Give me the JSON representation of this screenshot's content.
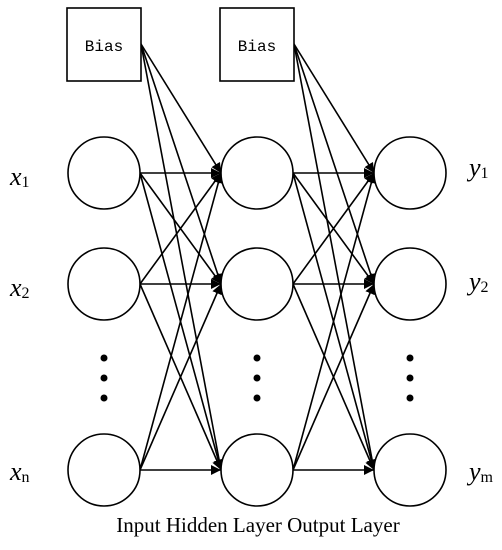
{
  "diagram": {
    "caption": "Input Hidden Layer Output Layer",
    "bias_hidden_label": "Bias",
    "bias_output_label": "Bias",
    "inputs": [
      {
        "name": "x",
        "sub": "1"
      },
      {
        "name": "x",
        "sub": "2"
      },
      {
        "name": "x",
        "sub": "n"
      }
    ],
    "outputs": [
      {
        "name": "y",
        "sub": "1"
      },
      {
        "name": "y",
        "sub": "2"
      },
      {
        "name": "y",
        "sub": "m"
      }
    ],
    "line_color": "#000000",
    "fill_color": "#ffffff"
  }
}
